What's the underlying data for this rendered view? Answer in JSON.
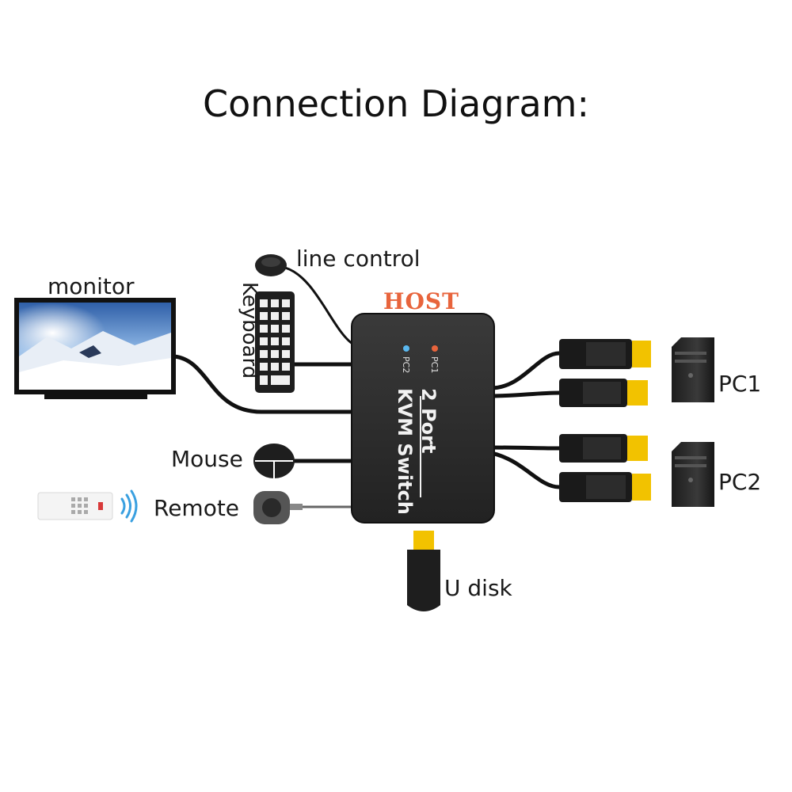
{
  "title": "Connection Diagram:",
  "device": {
    "brand_label": "HOST",
    "name_line1": "2 Port",
    "name_line2": "KVM Switch",
    "led_pc1": "PC1",
    "led_pc2": "PC2"
  },
  "labels": {
    "monitor": "monitor",
    "keyboard": "Keyboard",
    "line_control": "line control",
    "mouse": "Mouse",
    "remote": "Remote",
    "u_disk": "U disk",
    "pc1": "PC1",
    "pc2": "PC2"
  },
  "colors": {
    "host_label": "#e8643c",
    "led_pc1": "#e8643c",
    "led_pc2": "#5ab8f0",
    "hdmi_tip": "#f2c200",
    "device_body": "#2b2b2b"
  }
}
